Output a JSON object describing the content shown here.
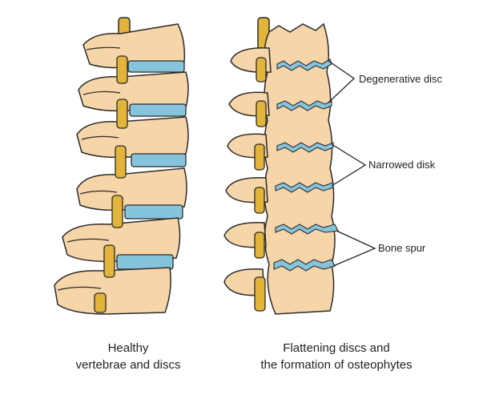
{
  "palette": {
    "bone": "#f6d5a8",
    "bone_stroke": "#2b2b2b",
    "disc": "#86c4dc",
    "cord": "#e2b43a",
    "line": "#222222"
  },
  "healthy_spine": {
    "caption_line1": "Healthy",
    "caption_line2": "vertebrae and discs"
  },
  "degenerated_spine": {
    "caption_line1": "Flattening discs and",
    "caption_line2": "the formation of osteophytes"
  },
  "callouts": [
    {
      "label": "Degenerative disc"
    },
    {
      "label": "Narrowed disk"
    },
    {
      "label": "Bone spur"
    }
  ]
}
